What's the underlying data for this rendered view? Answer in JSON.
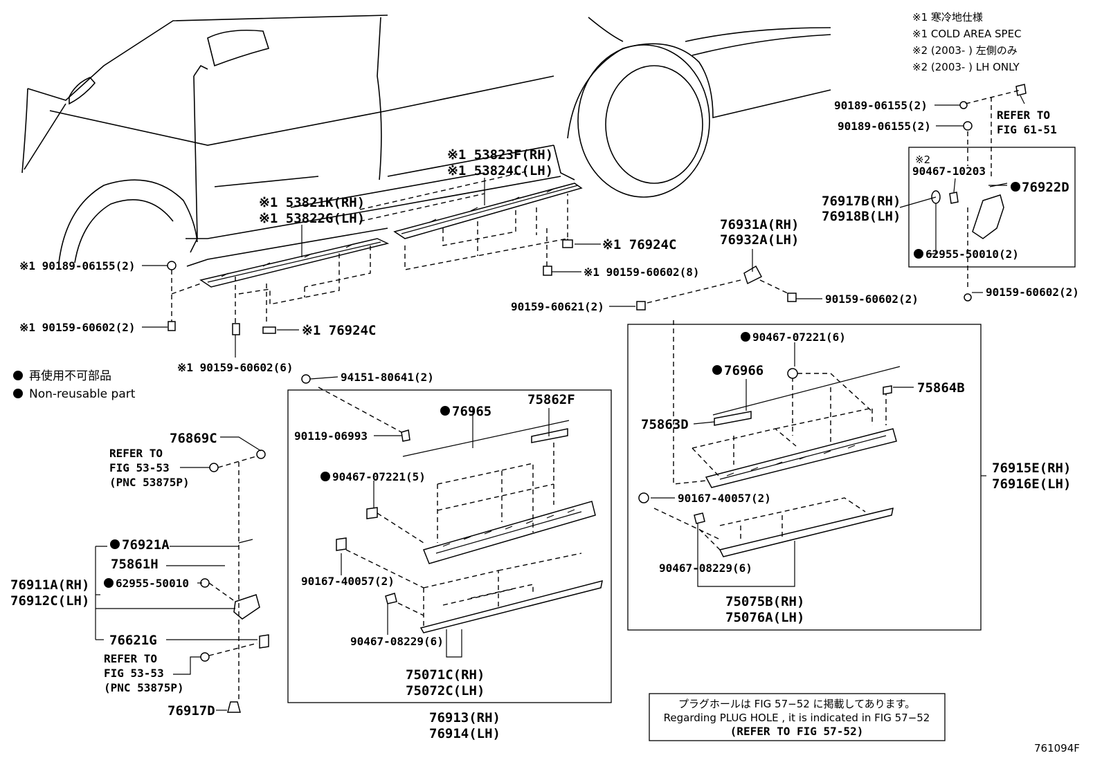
{
  "notes": {
    "n1_jp": "※1 寒冷地仕様",
    "n1_en": "※1 COLD AREA SPEC",
    "n2_jp": "※2 (2003-      ) 左側のみ",
    "n2_en": "※2 (2003-      ) LH ONLY"
  },
  "legend": {
    "jp": "再使用不可部品",
    "en": "Non-reusable part"
  },
  "plug_note": {
    "jp": "プラグホールは FIG 57−52 に掲載してあります。",
    "en": "Regarding  PLUG  HOLE , it is indicated in FIG  57−52",
    "ref": "(REFER TO FIG 57-52)"
  },
  "figure_code": "761094F",
  "refs": {
    "fig_61_51_a": "REFER TO",
    "fig_61_51_b": "FIG 61-51",
    "fig_53_53_top_a": "REFER TO",
    "fig_53_53_top_b": "FIG 53-53",
    "fig_53_53_top_c": "(PNC 53875P)",
    "fig_53_53_bot_a": "REFER TO",
    "fig_53_53_bot_b": "FIG 53-53",
    "fig_53_53_bot_c": "(PNC 53875P)"
  },
  "parts": {
    "p53823F": "※1 53823F(RH)",
    "p53824C": "※1 53824C(LH)",
    "p53821K": "※1 53821K(RH)",
    "p53822G": "※1 53822G(LH)",
    "p90189_left": "※1 90189-06155(2)",
    "p90159_left": "※1 90159-60602(2)",
    "p90159_mid6": "※1 90159-60602(6)",
    "p76924C_a": "※1 76924C",
    "p76924C_b": "※1 76924C",
    "p90159_mid8": "※1 90159-60602(8)",
    "p76931A": "76931A(RH)",
    "p76932A": "76932A(LH)",
    "p90159_60621": "90159-60621(2)",
    "p90159_right": "90159-60602(2)",
    "p90189_r1": "90189-06155(2)",
    "p90189_r2": "90189-06155(2)",
    "p_note2": "※2",
    "p90467_10203": "90467-10203",
    "p76922D": "76922D",
    "p76917B": "76917B(RH)",
    "p76918B": "76918B(LH)",
    "p62955_r": "62955-50010(2)",
    "p90159_far": "90159-60602(2)",
    "p90467_07221_6": "90467-07221(6)",
    "p76966": "76966",
    "p75864B": "75864B",
    "p75863D": "75863D",
    "p76915E": "76915E(RH)",
    "p76916E": "76916E(LH)",
    "p90167_r": "90167-40057(2)",
    "p90467_08229_r": "90467-08229(6)",
    "p75075B": "75075B(RH)",
    "p75076A": "75076A(LH)",
    "p94151": "94151-80641(2)",
    "p76965": "76965",
    "p75862F": "75862F",
    "p90119": "90119-06993",
    "p90467_07221_5": "90467-07221(5)",
    "p90167_m": "90167-40057(2)",
    "p90467_08229_m": "90467-08229(6)",
    "p75071C": "75071C(RH)",
    "p75072C": "75072C(LH)",
    "p76913": "76913(RH)",
    "p76914": "76914(LH)",
    "p76869C": "76869C",
    "p76921A": "76921A",
    "p75861H": "75861H",
    "p62955_l": "62955-50010",
    "p76911A": "76911A(RH)",
    "p76912C": "76912C(LH)",
    "p76621G": "76621G",
    "p76917D": "76917D"
  }
}
